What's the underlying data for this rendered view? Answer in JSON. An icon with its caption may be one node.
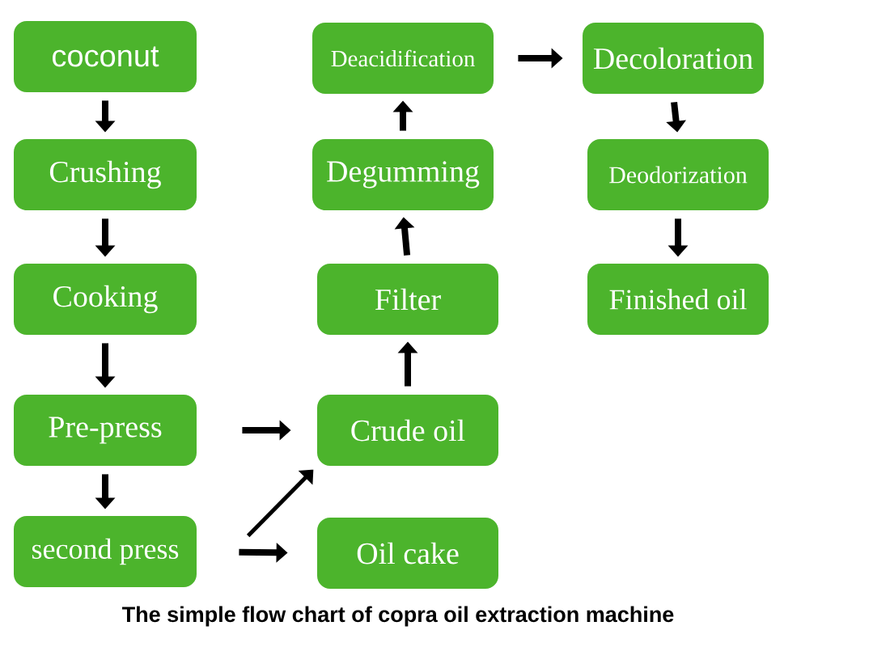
{
  "diagram": {
    "caption": "The simple flow chart of copra oil extraction machine",
    "nodes": [
      {
        "text": [
          "coconut"
        ]
      },
      {
        "text": [
          "Crushing"
        ]
      },
      {
        "text": [
          "Cooking"
        ]
      },
      {
        "text": [
          "Pre-press"
        ]
      },
      {
        "text": [
          "second press"
        ]
      },
      {
        "text": [
          "Crude oil"
        ]
      },
      {
        "text": [
          "Oil cake"
        ]
      },
      {
        "text": [
          "Filter"
        ]
      },
      {
        "text": [
          "Degumming"
        ]
      },
      {
        "text": [
          "Deacidification"
        ]
      },
      {
        "text": [
          "Decoloration"
        ]
      },
      {
        "text": [
          "Deodorization"
        ]
      },
      {
        "text": [
          "Finished oil"
        ]
      }
    ],
    "edges": [
      {
        "from": 0,
        "to": 1,
        "arrow": "to"
      },
      {
        "from": 1,
        "to": 2,
        "arrow": "to"
      },
      {
        "from": 2,
        "to": 3,
        "arrow": "to"
      },
      {
        "from": 3,
        "to": 4,
        "arrow": "to"
      },
      {
        "from": 3,
        "to": 5,
        "arrow": "to"
      },
      {
        "from": 4,
        "to": 5,
        "arrow": "to"
      },
      {
        "from": 4,
        "to": 6,
        "arrow": "to"
      },
      {
        "from": 5,
        "to": 7,
        "arrow": "to"
      },
      {
        "from": 7,
        "to": 8,
        "arrow": "to"
      },
      {
        "from": 8,
        "to": 9,
        "arrow": "to"
      },
      {
        "from": 9,
        "to": 10,
        "arrow": "to"
      },
      {
        "from": 10,
        "to": 11,
        "arrow": "to"
      },
      {
        "from": 11,
        "to": 12,
        "arrow": "to"
      }
    ]
  }
}
